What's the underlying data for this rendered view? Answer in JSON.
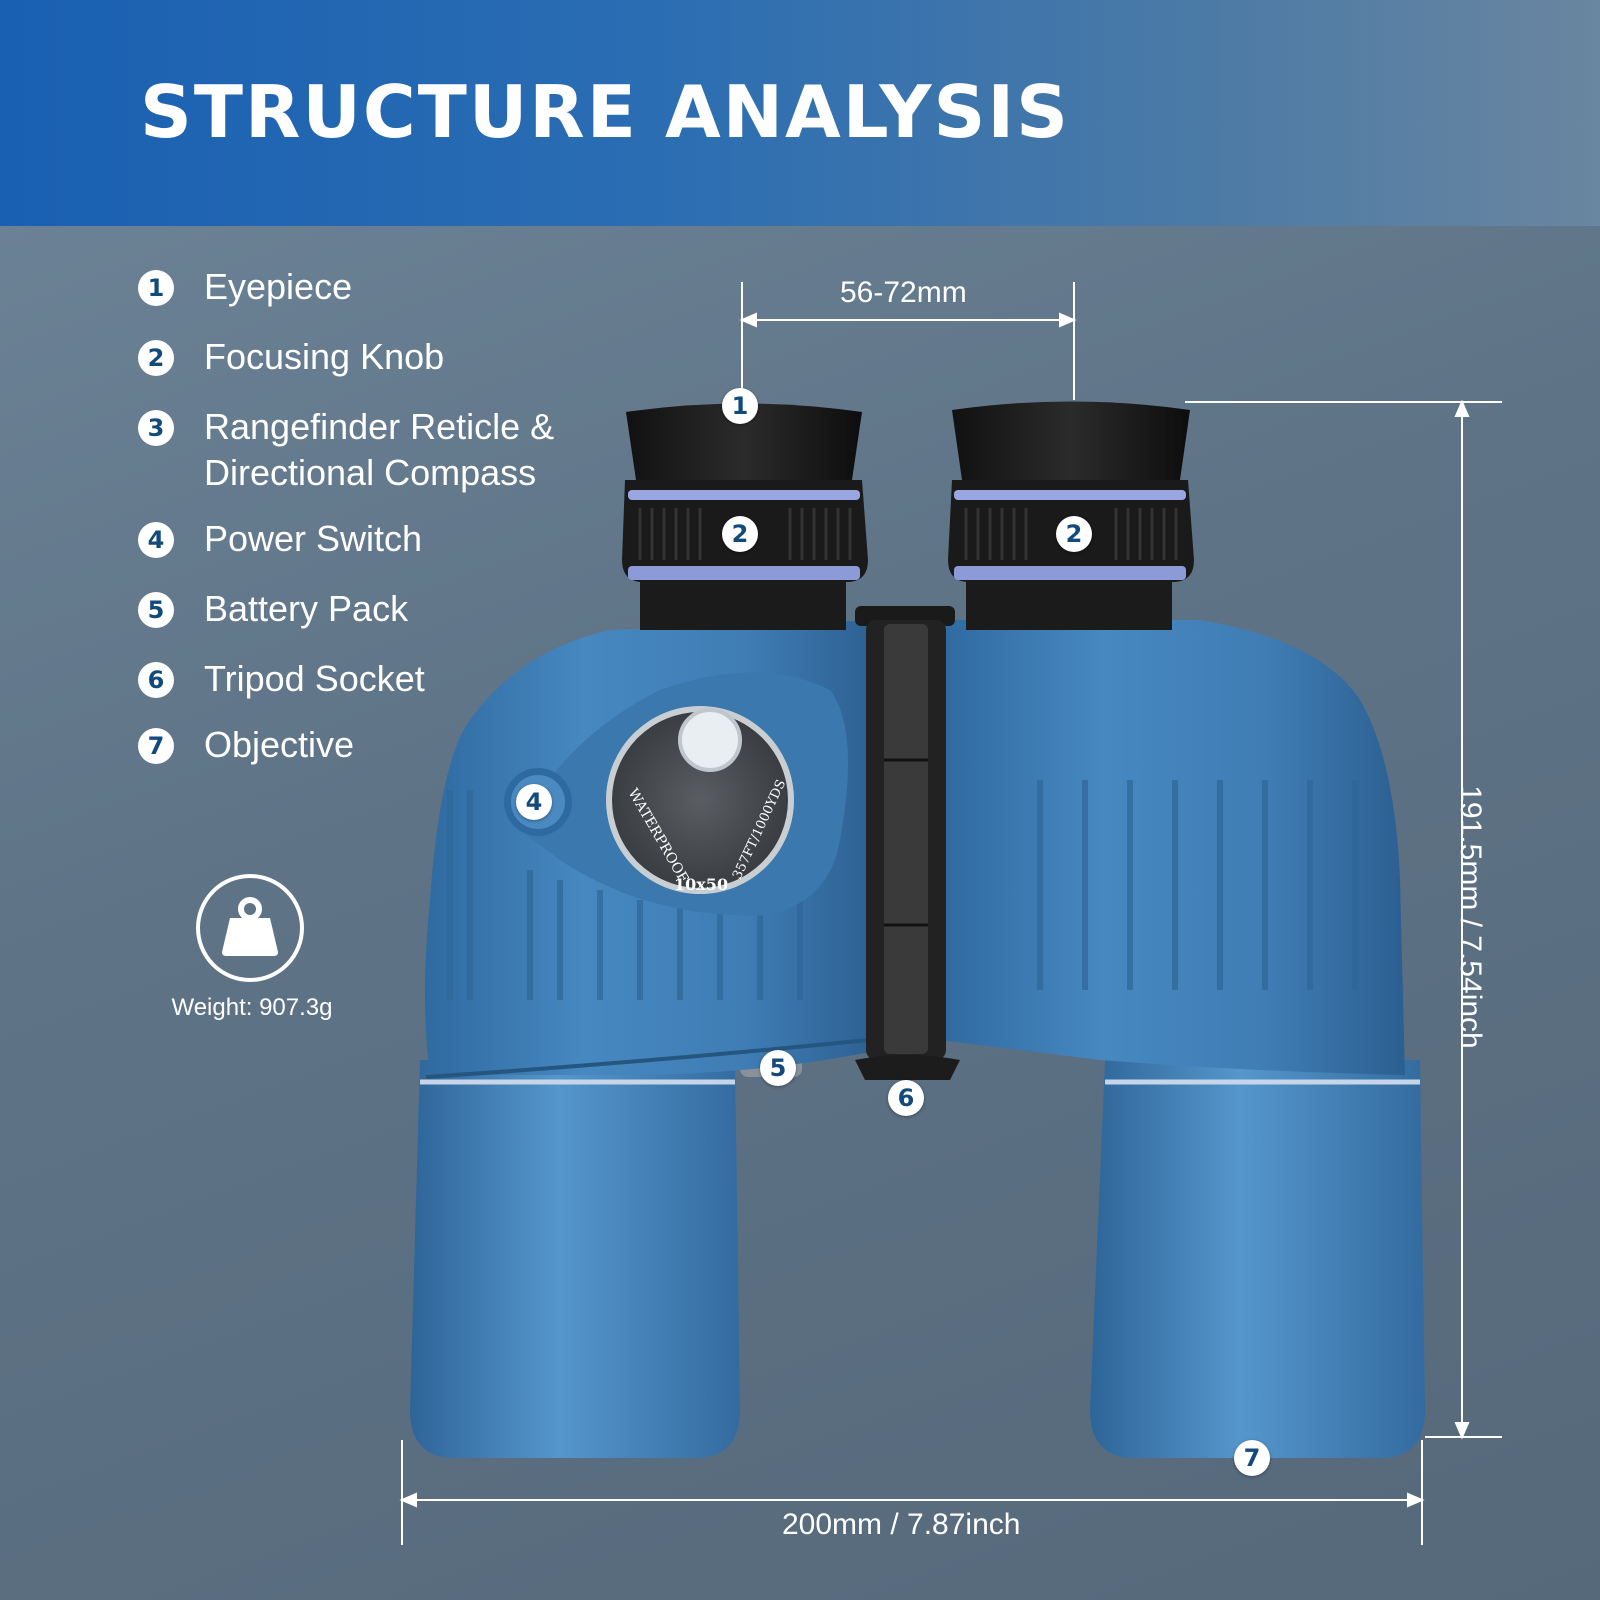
{
  "banner": {
    "title": "STRUCTURE ANALYSIS"
  },
  "legend": [
    {
      "num": "1",
      "label": "Eyepiece"
    },
    {
      "num": "2",
      "label": "Focusing Knob"
    },
    {
      "num": "3",
      "label": "Rangefinder Reticle &\nDirectional Compass"
    },
    {
      "num": "4",
      "label": "Power Switch"
    },
    {
      "num": "5",
      "label": "Battery Pack"
    },
    {
      "num": "6",
      "label": "Tripod Socket"
    },
    {
      "num": "7",
      "label": "Objective"
    }
  ],
  "weight": {
    "label": "Weight: 907.3g",
    "icon": "weight-icon"
  },
  "dimensions": {
    "eyepiece_distance": "56-72mm",
    "height": "191.5mm / 7.54inch",
    "width": "200mm / 7.87inch"
  },
  "compass_dial": {
    "left_text": "WATERPROOF",
    "center_text": "10x50",
    "right_text": "357FT/1000YDS"
  },
  "colors": {
    "banner_blue": "#1a60b2",
    "body_blue": "#3f7db4",
    "badge_text": "#134a7c"
  }
}
